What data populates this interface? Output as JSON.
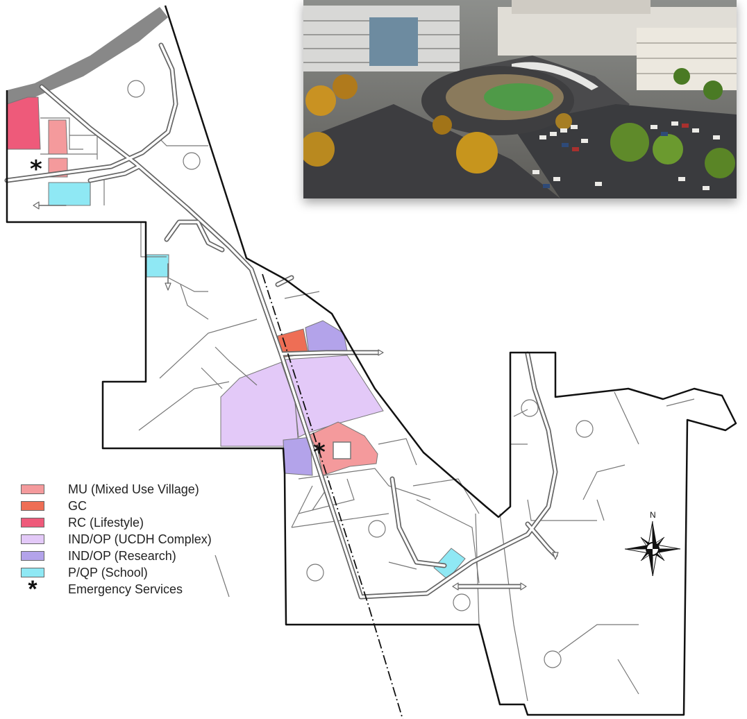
{
  "map": {
    "colors": {
      "mu": "#f49a9c",
      "gc": "#ee6e55",
      "rc": "#ee5a7a",
      "ind_ucdh": "#e3c9f8",
      "ind_research": "#b3a3ea",
      "school": "#8fe8f4",
      "boundary": "#111111",
      "road": "#888888",
      "parcel_line": "#777777",
      "roof": "#777777"
    },
    "legend": [
      {
        "key": "mu",
        "label": "MU (Mixed Use Village)",
        "color": "#f49a9c"
      },
      {
        "key": "gc",
        "label": "GC",
        "color": "#ee6e55"
      },
      {
        "key": "rc",
        "label": "RC (Lifestyle)",
        "color": "#ee5a7a"
      },
      {
        "key": "ind_ucdh",
        "label": "IND/OP (UCDH Complex)",
        "color": "#e3c9f8"
      },
      {
        "key": "ind_research",
        "label": "IND/OP (Research)",
        "color": "#b3a3ea"
      },
      {
        "key": "school",
        "label": "P/QP (School)",
        "color": "#8fe8f4"
      },
      {
        "key": "emergency",
        "label": "Emergency Services",
        "symbol": "*"
      }
    ],
    "compass": {
      "north_label": "N",
      "icon": "compass-rose-icon"
    },
    "emergency_symbol": "*",
    "photo": {
      "subject": "aerial-campus-photo"
    }
  }
}
